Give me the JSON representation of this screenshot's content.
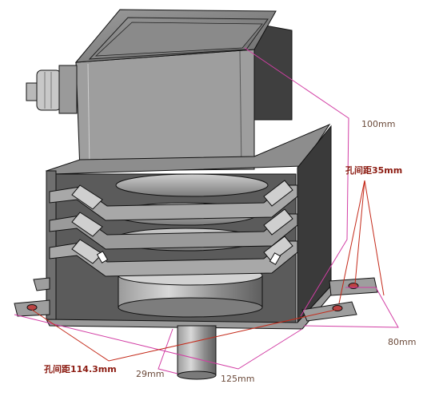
{
  "dimensions": {
    "height": "100mm",
    "hole_spacing_small": "孔间距35mm",
    "depth": "80mm",
    "hole_spacing_large": "孔间距114.3mm",
    "antenna_diameter": "29mm",
    "width": "125mm"
  },
  "colors": {
    "leader_pink": "#d23ea4",
    "leader_red": "#c42a1a",
    "body_dark": "#3c3c3c",
    "body_mid": "#808080",
    "body_light": "#b4b4b4"
  }
}
